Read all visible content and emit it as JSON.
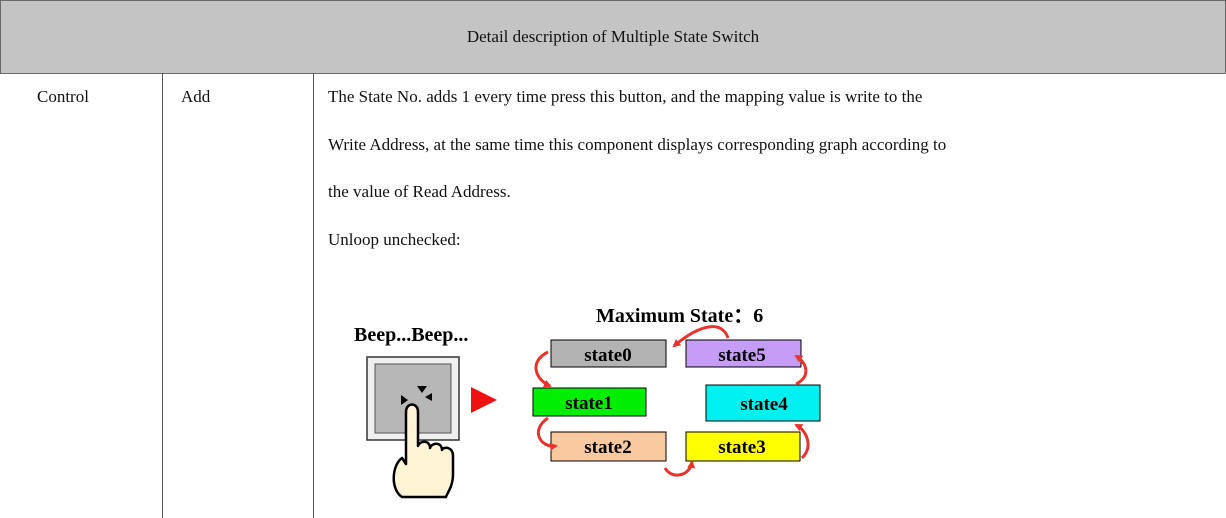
{
  "header": {
    "title": "Detail description of Multiple State Switch"
  },
  "row": {
    "category": "Control",
    "action": "Add",
    "description_lines": [
      "The State No. adds 1 every time press this button, and the mapping value is write to the",
      "Write Address, at the same time this component displays corresponding graph according to",
      "the value of Read Address."
    ],
    "subheading": "Unloop unchecked:"
  },
  "diagram": {
    "sound_label": "Beep...Beep...",
    "max_state_label": "Maximum State：6",
    "states": [
      {
        "label": "state0",
        "color": "#b3b3b3"
      },
      {
        "label": "state1",
        "color": "#00ee00"
      },
      {
        "label": "state2",
        "color": "#f9c9a0"
      },
      {
        "label": "state3",
        "color": "#ffff00"
      },
      {
        "label": "state4",
        "color": "#00f0f0"
      },
      {
        "label": "state5",
        "color": "#c59cf6"
      }
    ],
    "arrow_color": "#e8342c",
    "play_color": "#ee1111"
  }
}
